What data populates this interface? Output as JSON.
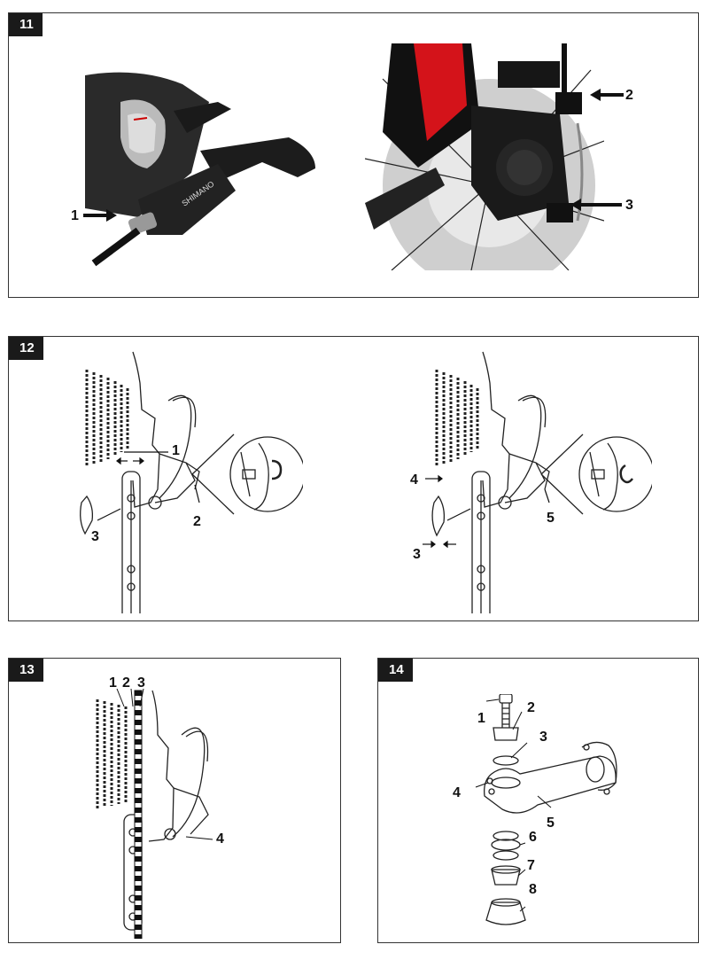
{
  "panels": [
    {
      "number": "11",
      "callouts": [
        "1",
        "2",
        "3"
      ]
    },
    {
      "number": "12",
      "left_callouts": [
        "1",
        "2",
        "3"
      ],
      "right_callouts": [
        "4",
        "5",
        "3"
      ]
    },
    {
      "number": "13",
      "callouts": [
        "1",
        "2",
        "3",
        "4"
      ]
    },
    {
      "number": "14",
      "callouts": [
        "1",
        "2",
        "3",
        "4",
        "5",
        "6",
        "7",
        "8"
      ]
    }
  ],
  "photo": {
    "shifter_brand": "SHIMANO"
  },
  "icons": {
    "pointer": "arrow-right-icon"
  }
}
